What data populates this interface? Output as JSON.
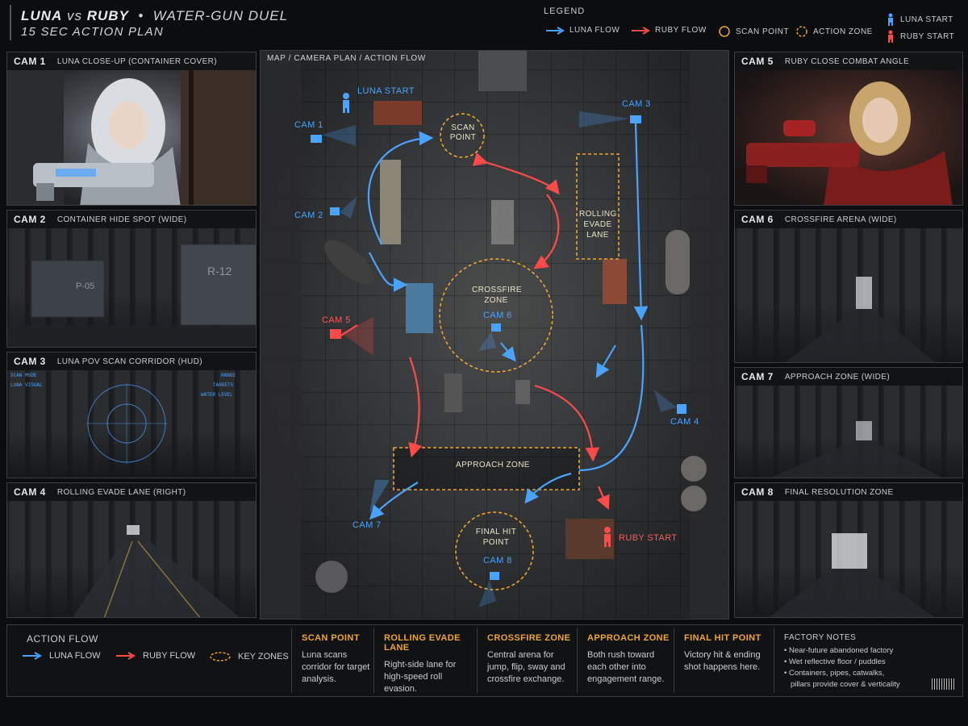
{
  "header": {
    "title_luna": "LUNA",
    "title_vs": "vs",
    "title_ruby": "RUBY",
    "title_sep": "•",
    "title_sub": "WATER-GUN DUEL",
    "subtitle": "15 SEC ACTION PLAN"
  },
  "legend": {
    "title": "LEGEND",
    "luna_flow": "LUNA FLOW",
    "ruby_flow": "RUBY FLOW",
    "scan_point": "SCAN POINT",
    "action_zone": "ACTION ZONE",
    "luna_start": "LUNA START",
    "ruby_start": "RUBY START"
  },
  "cams_left": [
    {
      "id": "CAM 1",
      "desc": "LUNA CLOSE-UP (CONTAINER COVER)"
    },
    {
      "id": "CAM 2",
      "desc": "CONTAINER HIDE SPOT (WIDE)"
    },
    {
      "id": "CAM 3",
      "desc": "LUNA POV SCAN CORRIDOR (HUD)"
    },
    {
      "id": "CAM 4",
      "desc": "ROLLING EVADE LANE (RIGHT)"
    }
  ],
  "cams_right": [
    {
      "id": "CAM 5",
      "desc": "RUBY CLOSE COMBAT ANGLE"
    },
    {
      "id": "CAM 6",
      "desc": "CROSSFIRE ARENA (WIDE)"
    },
    {
      "id": "CAM 7",
      "desc": "APPROACH ZONE (WIDE)"
    },
    {
      "id": "CAM 8",
      "desc": "FINAL RESOLUTION ZONE"
    }
  ],
  "hud": {
    "scan_mode": "SCAN MODE",
    "luna_visual": "LUNA VISUAL",
    "range": "RANGE",
    "targets": "TARGETS",
    "water_level": "WATER LEVEL"
  },
  "container_labels": {
    "p": "P-05",
    "r": "R-12"
  },
  "map": {
    "label": "MAP / CAMERA PLAN / ACTION FLOW",
    "luna_start": "LUNA START",
    "ruby_start": "RUBY START",
    "scan_point": "SCAN POINT",
    "rolling_evade": "ROLLING EVADE LANE",
    "crossfire_zone": "CROSSFIRE ZONE",
    "approach_zone": "APPROACH ZONE",
    "final_hit": "FINAL HIT POINT",
    "cam_labels": [
      "CAM 1",
      "CAM 2",
      "CAM 3",
      "CAM 4",
      "CAM 5",
      "CAM 6",
      "CAM 7",
      "CAM 8"
    ]
  },
  "bottom": {
    "action_flow_title": "ACTION FLOW",
    "luna_flow": "LUNA FLOW",
    "ruby_flow": "RUBY FLOW",
    "key_zones": "KEY ZONES",
    "zones": [
      {
        "title": "SCAN POINT",
        "desc": "Luna scans corridor for target analysis."
      },
      {
        "title": "ROLLING EVADE LANE",
        "desc": "Right-side lane for high-speed roll evasion."
      },
      {
        "title": "CROSSFIRE ZONE",
        "desc": "Central arena for jump, flip, sway and crossfire exchange."
      },
      {
        "title": "APPROACH ZONE",
        "desc": "Both rush toward each other into engagement range."
      },
      {
        "title": "FINAL HIT POINT",
        "desc": "Victory hit & ending shot happens here."
      }
    ],
    "notes_title": "FACTORY NOTES",
    "notes": [
      "• Near-future abandoned factory",
      "• Wet reflective floor / puddles",
      "• Containers, pipes, catwalks,",
      "pillars provide cover & verticality"
    ]
  },
  "colors": {
    "luna_blue": "#4aa3ff",
    "ruby_red": "#ff4a4a",
    "zone_orange": "#f0a531",
    "background": "#0c0d0f"
  },
  "icons": [
    "arrow-right-icon",
    "dashed-circle-icon",
    "person-icon",
    "camera-icon",
    "barcode-icon"
  ]
}
